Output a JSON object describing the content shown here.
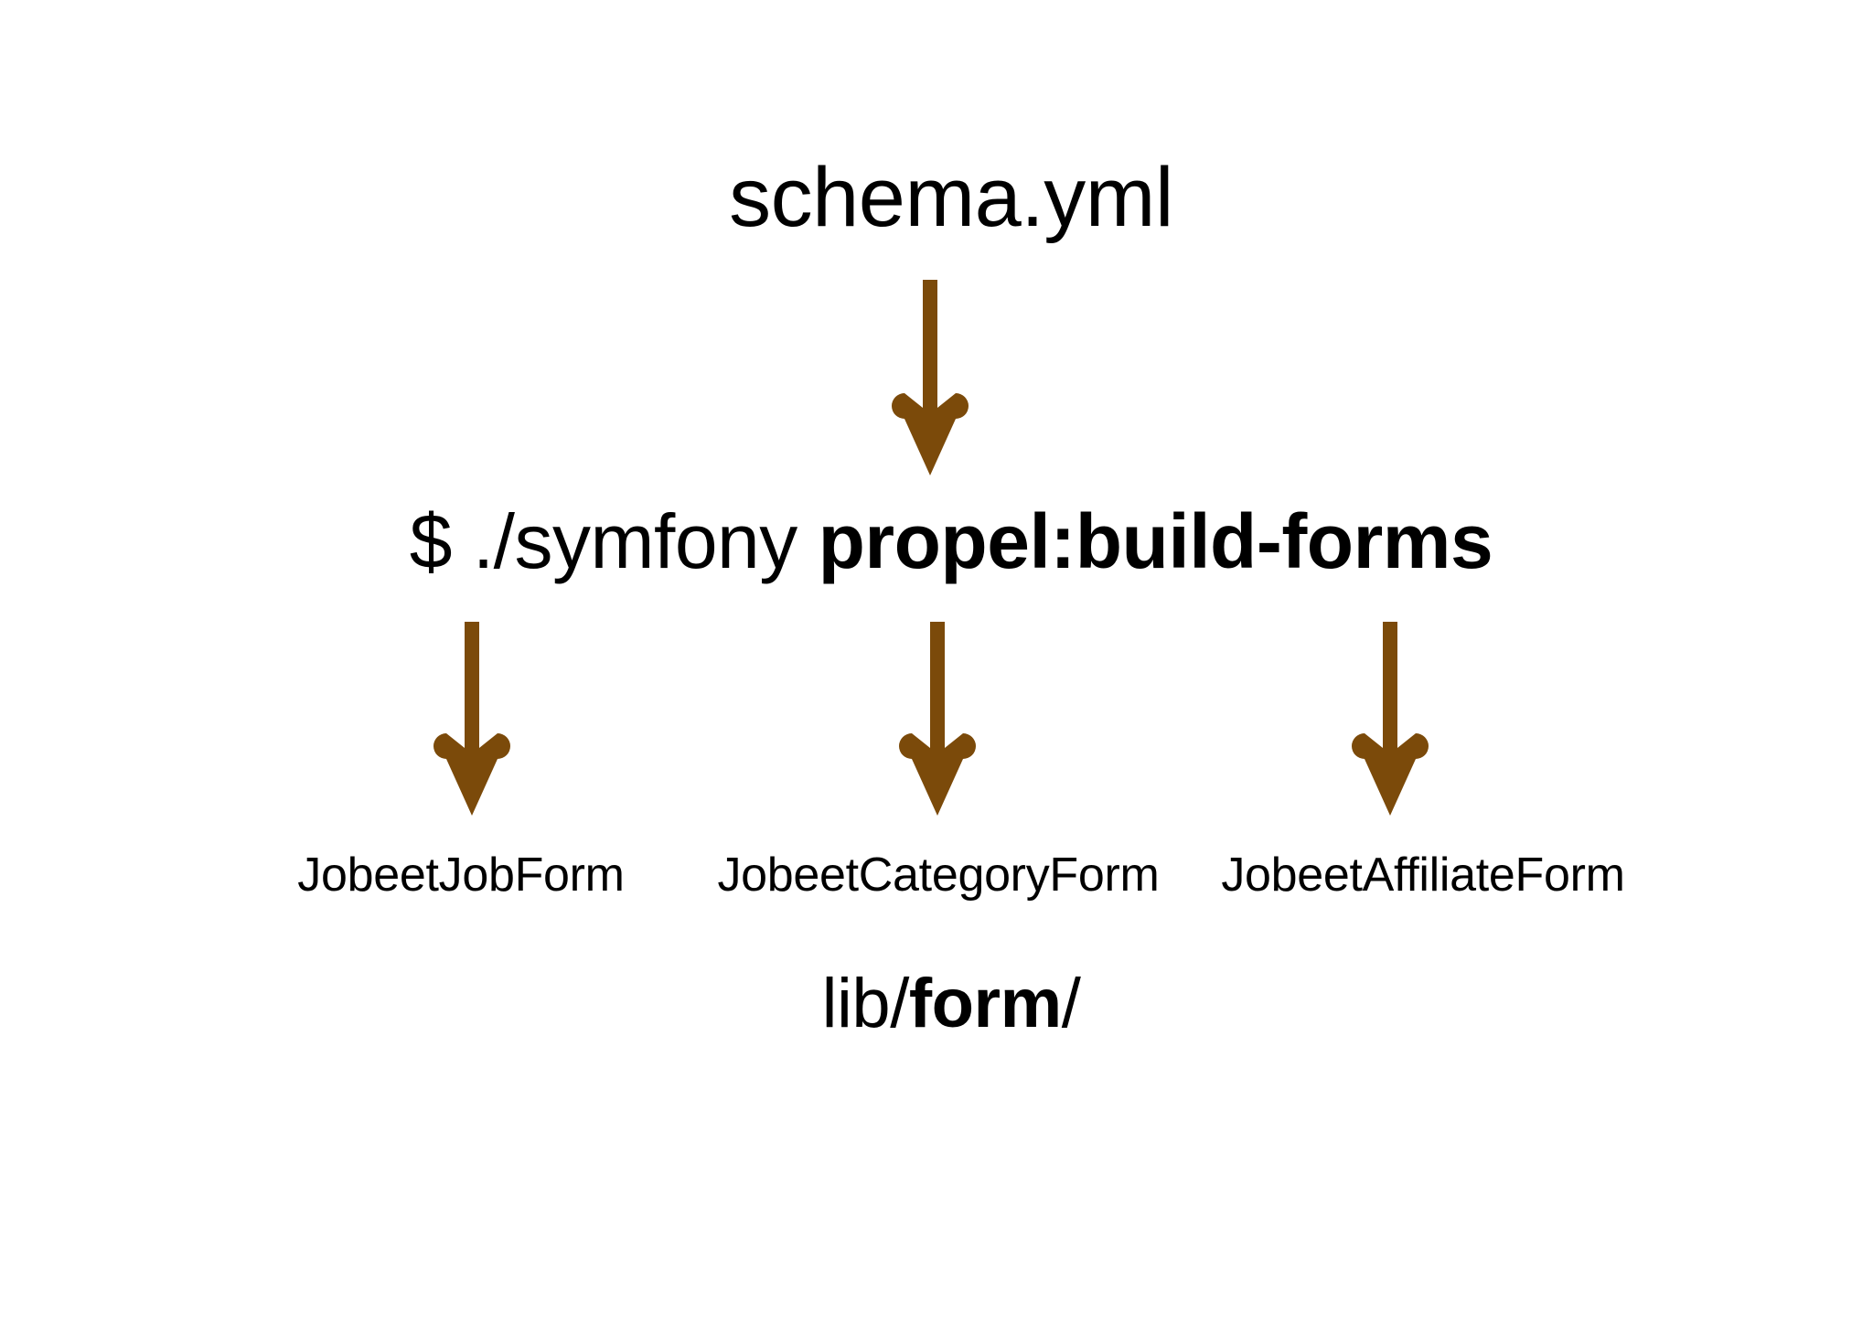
{
  "diagram": {
    "title": "schema.yml",
    "background_color": "#ffffff",
    "text_color": "#000000",
    "arrow_color": "#7B4A0A",
    "source": {
      "label": "schema.yml"
    },
    "command": {
      "prefix": "$ ./symfony ",
      "task": "propel:build-forms"
    },
    "outputs": [
      {
        "label": "JobeetJobForm"
      },
      {
        "label": "JobeetCategoryForm"
      },
      {
        "label": "JobeetAffiliateForm"
      }
    ],
    "destination": {
      "prefix": "lib/",
      "emphasis": "form",
      "suffix": "/"
    },
    "arrows": [
      {
        "name": "schema-to-command"
      },
      {
        "name": "command-to-job-form"
      },
      {
        "name": "command-to-category-form"
      },
      {
        "name": "command-to-affiliate-form"
      }
    ]
  }
}
